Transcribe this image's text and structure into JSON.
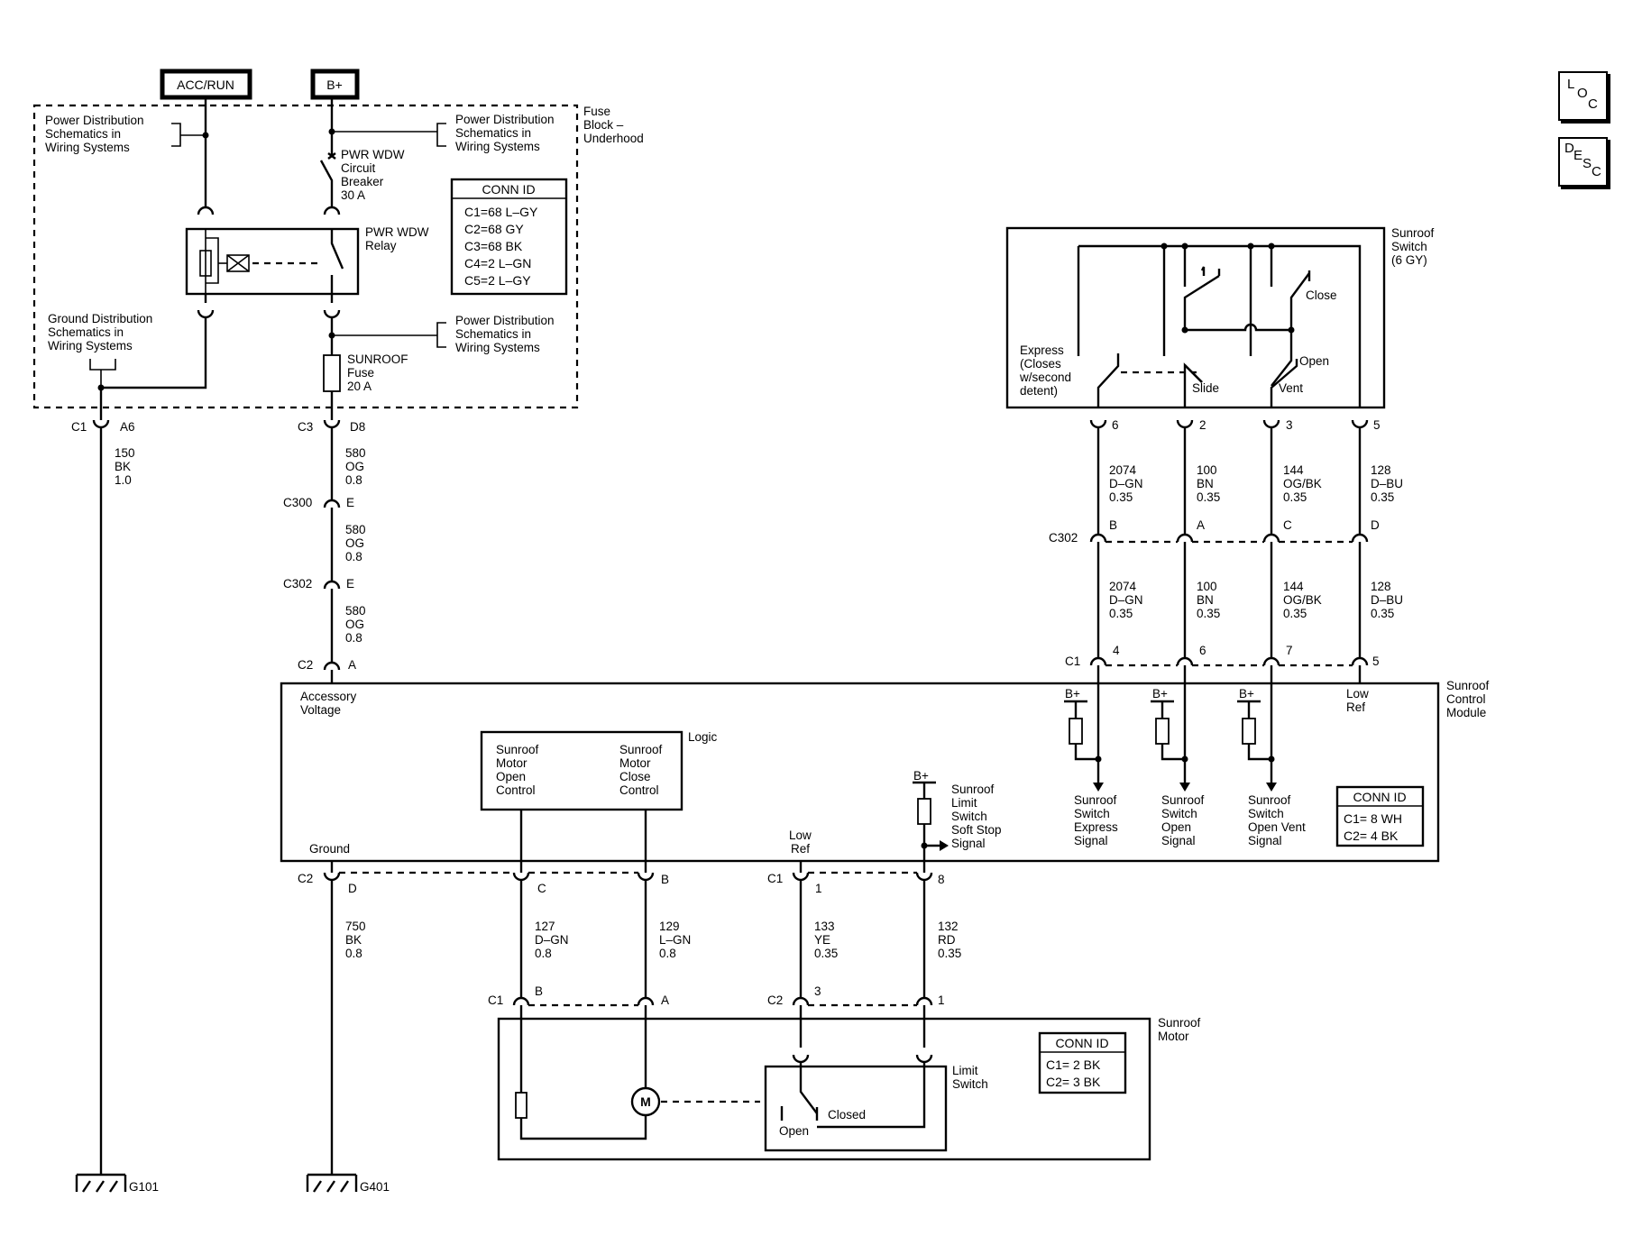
{
  "power": {
    "acc_run": "ACC/RUN",
    "bplus": "B+"
  },
  "fuse_block": {
    "title": [
      "Fuse",
      "Block –",
      "Underhood"
    ],
    "pd_ref_1": [
      "Power Distribution",
      "Schematics in",
      "Wiring Systems"
    ],
    "pd_ref_2": [
      "Power Distribution",
      "Schematics in",
      "Wiring Systems"
    ],
    "pd_ref_3": [
      "Power Distribution",
      "Schematics in",
      "Wiring Systems"
    ],
    "gd_ref": [
      "Ground Distribution",
      "Schematics in",
      "Wiring Systems"
    ],
    "breaker": [
      "PWR WDW",
      "Circuit",
      "Breaker",
      "30 A"
    ],
    "relay": [
      "PWR WDW",
      "Relay"
    ],
    "fuse": [
      "SUNROOF",
      "Fuse",
      "20 A"
    ],
    "conn_id_title": "CONN ID",
    "conn_id": [
      "C1=68 L–GY",
      "C2=68 GY",
      "C3=68 BK",
      "C4=2 L–GN",
      "C5=2 L–GY"
    ]
  },
  "left_wires": {
    "c1": "C1",
    "c1_pin": "A6",
    "c1_wire": [
      "150",
      "BK",
      "1.0"
    ],
    "c3": "C3",
    "c3_pin": "D8",
    "c3_wire": [
      "580",
      "OG",
      "0.8"
    ],
    "c300": "C300",
    "c300_pin": "E",
    "c300_wire": [
      "580",
      "OG",
      "0.8"
    ],
    "c302": "C302",
    "c302_pin": "E",
    "c302_wire": [
      "580",
      "OG",
      "0.8"
    ],
    "c2": "C2",
    "c2_pin": "A"
  },
  "switch": {
    "title": [
      "Sunroof",
      "Switch",
      "(6 GY)"
    ],
    "close": "Close",
    "open": "Open",
    "slide": "Slide",
    "vent": "Vent",
    "express": [
      "Express",
      "(Closes",
      "w/second",
      "detent)"
    ],
    "pins": [
      "6",
      "2",
      "3",
      "5"
    ],
    "wires_top": [
      [
        "2074",
        "D–GN",
        "0.35"
      ],
      [
        "100",
        "BN",
        "0.35"
      ],
      [
        "144",
        "OG/BK",
        "0.35"
      ],
      [
        "128",
        "D–BU",
        "0.35"
      ]
    ],
    "c302": "C302",
    "c302_pins": [
      "B",
      "A",
      "C",
      "D"
    ],
    "wires_bottom": [
      [
        "2074",
        "D–GN",
        "0.35"
      ],
      [
        "100",
        "BN",
        "0.35"
      ],
      [
        "144",
        "OG/BK",
        "0.35"
      ],
      [
        "128",
        "D–BU",
        "0.35"
      ]
    ],
    "c1": "C1",
    "c1_pins": [
      "4",
      "6",
      "7",
      "5"
    ]
  },
  "module": {
    "title": [
      "Sunroof",
      "Control",
      "Module"
    ],
    "accessory_voltage": [
      "Accessory",
      "Voltage"
    ],
    "ground": "Ground",
    "logic": "Logic",
    "motor_open": [
      "Sunroof",
      "Motor",
      "Open",
      "Control"
    ],
    "motor_close": [
      "Sunroof",
      "Motor",
      "Close",
      "Control"
    ],
    "low_ref": [
      "Low",
      "Ref"
    ],
    "low_ref_top": [
      "Low",
      "Ref"
    ],
    "bplus": "B+",
    "soft_stop": [
      "Sunroof",
      "Limit",
      "Switch",
      "Soft Stop",
      "Signal"
    ],
    "express_signal": [
      "Sunroof",
      "Switch",
      "Express",
      "Signal"
    ],
    "open_signal": [
      "Sunroof",
      "Switch",
      "Open",
      "Signal"
    ],
    "vent_signal": [
      "Sunroof",
      "Switch",
      "Open Vent",
      "Signal"
    ],
    "conn_id_title": "CONN ID",
    "conn_id": [
      "C1= 8 WH",
      "C2= 4 BK"
    ]
  },
  "bottom": {
    "c2": "C2",
    "c2_pins": [
      "D",
      "C",
      "B"
    ],
    "c1": "C1",
    "c1_pins": [
      "1",
      "8"
    ],
    "wire_750": [
      "750",
      "BK",
      "0.8"
    ],
    "wire_127": [
      "127",
      "D–GN",
      "0.8"
    ],
    "wire_129": [
      "129",
      "L–GN",
      "0.8"
    ],
    "wire_133": [
      "133",
      "YE",
      "0.35"
    ],
    "wire_132": [
      "132",
      "RD",
      "0.35"
    ],
    "motor_c1": "C1",
    "motor_c1_pins": [
      "B",
      "A"
    ],
    "motor_c2": "C2",
    "motor_c2_pins": [
      "3",
      "1"
    ]
  },
  "motor": {
    "title": [
      "Sunroof",
      "Motor"
    ],
    "m": "M",
    "limit_switch": [
      "Limit",
      "Switch"
    ],
    "closed": "Closed",
    "open": "Open",
    "conn_id_title": "CONN ID",
    "conn_id": [
      "C1= 2 BK",
      "C2= 3 BK"
    ]
  },
  "grounds": {
    "g101": "G101",
    "g401": "G401"
  },
  "nav": {
    "loc": [
      "L",
      "O",
      "C"
    ],
    "desc": [
      "D",
      "E",
      "S",
      "C"
    ]
  }
}
